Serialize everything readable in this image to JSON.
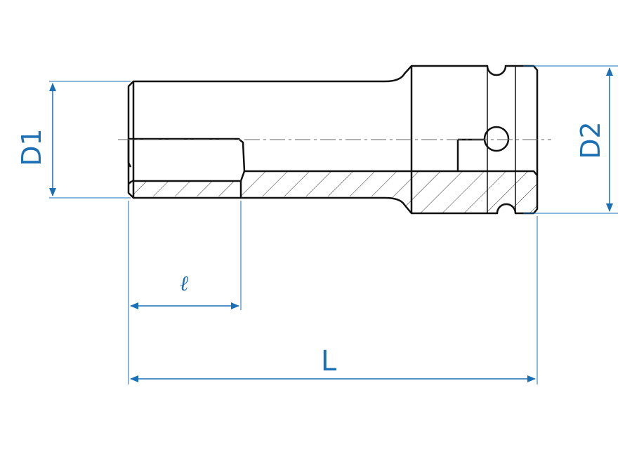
{
  "labels": {
    "d1": "D1",
    "d2": "D2",
    "ell": "ℓ",
    "length": "L"
  },
  "colors": {
    "dimension": "#1a6fb5",
    "outline": "#111111",
    "hatch": "#333333",
    "centerline": "#666666",
    "background": "#ffffff"
  }
}
